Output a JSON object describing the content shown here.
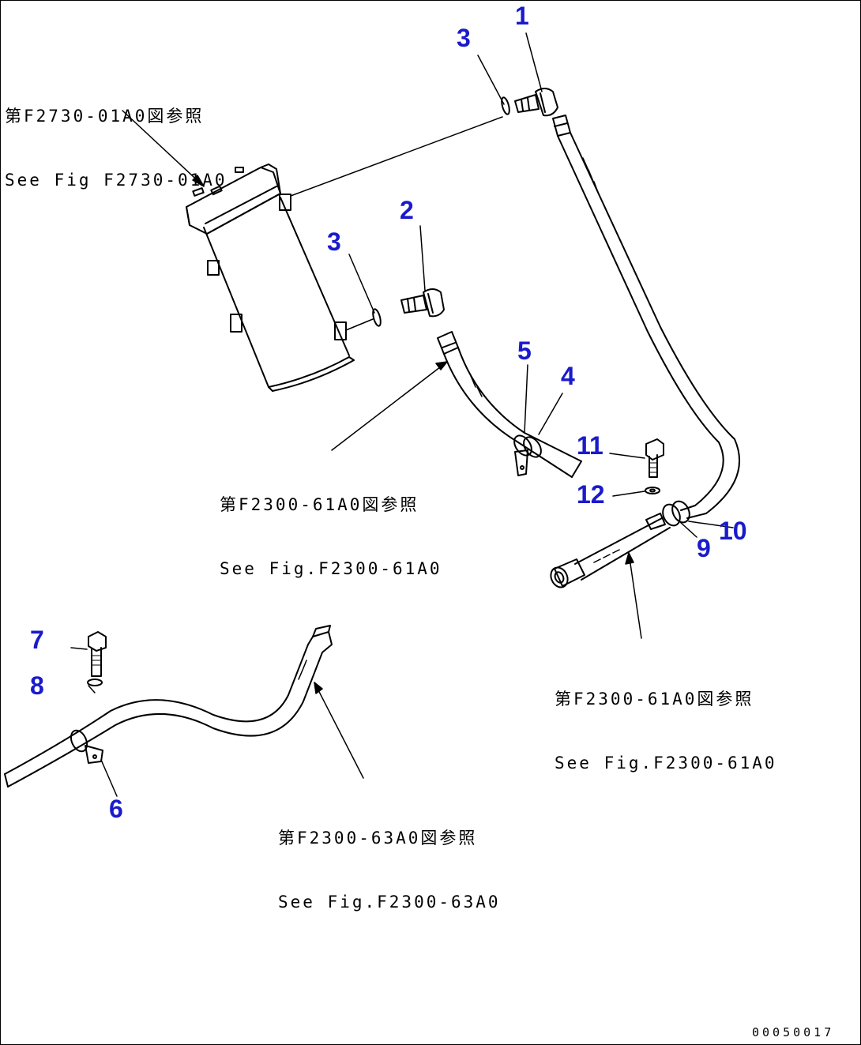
{
  "callouts": {
    "n1": "1",
    "n2": "2",
    "n3a": "3",
    "n3b": "3",
    "n4": "4",
    "n5": "5",
    "n6": "6",
    "n7": "7",
    "n8": "8",
    "n9": "9",
    "n10": "10",
    "n11": "11",
    "n12": "12"
  },
  "notes": {
    "filter_ref": {
      "jp": "第F2730-01A0図参照",
      "en": "See Fig F2730-01A0"
    },
    "hose_ref_mid": {
      "jp": "第F2300-61A0図参照",
      "en": "See Fig.F2300-61A0"
    },
    "hose_ref_right": {
      "jp": "第F2300-61A0図参照",
      "en": "See Fig.F2300-61A0"
    },
    "hose_ref_bottom": {
      "jp": "第F2300-63A0図参照",
      "en": "See Fig.F2300-63A0"
    }
  },
  "drawing_code": "00050017",
  "colors": {
    "callout": "#1a1acc",
    "line": "#000000",
    "background": "#ffffff"
  }
}
